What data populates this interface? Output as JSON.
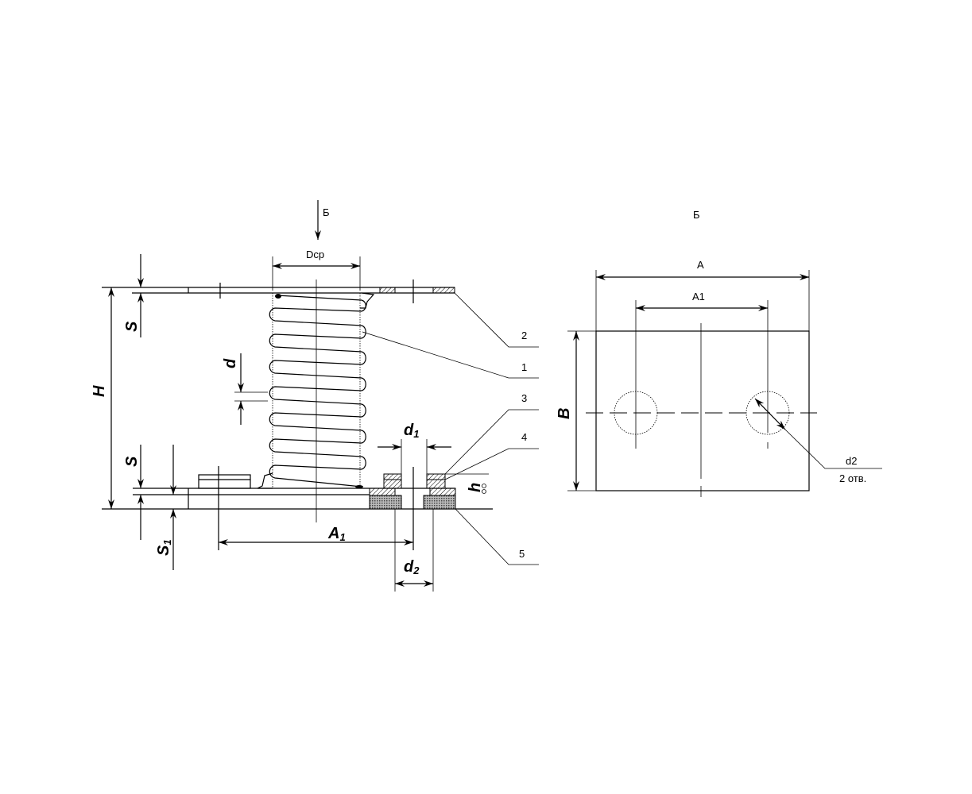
{
  "side_view": {
    "view_arrow_label": "Б",
    "dim_mean_diameter": "Dcp",
    "dim_height": "H",
    "dim_top_plate": "S",
    "dim_wire": "d",
    "dim_bottom_plate": "S",
    "dim_base": "S",
    "dim_base_sub": "1",
    "dim_hole_spacing": "A",
    "dim_hole_spacing_sub": "1",
    "dim_washer_hole": "d",
    "dim_washer_hole_sub": "1",
    "dim_pad_hole": "d",
    "dim_pad_hole_sub": "2",
    "dim_pad_height": "h",
    "callouts": [
      "2",
      "1",
      "3",
      "4",
      "5"
    ]
  },
  "plan_view": {
    "title": "Б",
    "dim_length": "A",
    "dim_hole_spacing": "A1",
    "dim_width": "B",
    "hole_label": "d2",
    "hole_count": "2 отв."
  }
}
